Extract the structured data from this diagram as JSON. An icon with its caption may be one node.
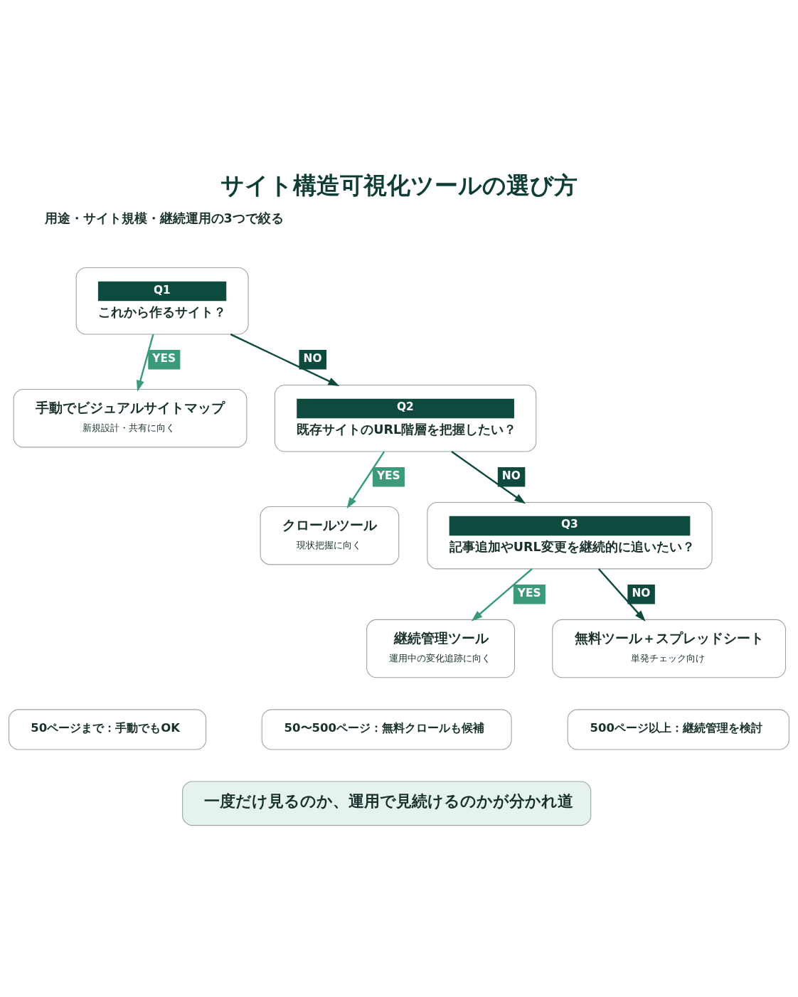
{
  "diagram": {
    "title": "サイト構造可視化ツールの選び方",
    "nodes": [
      {
        "text": [
          "Q1",
          "これから作るサイト？"
        ]
      },
      {
        "text": [
          "手動でビジュアルサイトマップ",
          "新規設計・共有に向く"
        ]
      },
      {
        "text": [
          "Q2",
          "既存サイトのURL階層を把握したい？"
        ]
      },
      {
        "text": [
          "クロールツール",
          "現状把握に向く"
        ]
      },
      {
        "text": [
          "Q3",
          "記事追加やURL変更を継続的に追いたい？"
        ]
      },
      {
        "text": [
          "継続管理ツール",
          "運用中の変化追跡に向く"
        ]
      },
      {
        "text": [
          "無料ツール＋スプレッドシート",
          "単発チェック向け"
        ]
      },
      {
        "text": [
          "50ページまで：手動でもOK"
        ]
      },
      {
        "text": [
          "50〜500ページ：無料クロールも候補"
        ]
      },
      {
        "text": [
          "500ページ以上：継続管理を検討"
        ]
      },
      {
        "text": [
          "一度だけ見るのか、運用で見続けるのかが分かれ道"
        ]
      }
    ],
    "edges": [
      {
        "from": 0,
        "to": 1,
        "arrow": "to",
        "label": "YES",
        "color": "#3a9a7a"
      },
      {
        "from": 0,
        "to": 2,
        "arrow": "to",
        "label": "NO",
        "color": "#0f4a3f"
      },
      {
        "from": 2,
        "to": 3,
        "arrow": "to",
        "label": "YES",
        "color": "#3a9a7a"
      },
      {
        "from": 2,
        "to": 4,
        "arrow": "to",
        "label": "NO",
        "color": "#0f4a3f"
      },
      {
        "from": 4,
        "to": 5,
        "arrow": "to",
        "label": "YES",
        "color": "#3a9a7a"
      },
      {
        "from": 4,
        "to": 6,
        "arrow": "to",
        "label": "NO",
        "color": "#0f4a3f"
      }
    ],
    "labels": [
      "用途・サイト規模・継続運用の3つで絞る"
    ]
  }
}
